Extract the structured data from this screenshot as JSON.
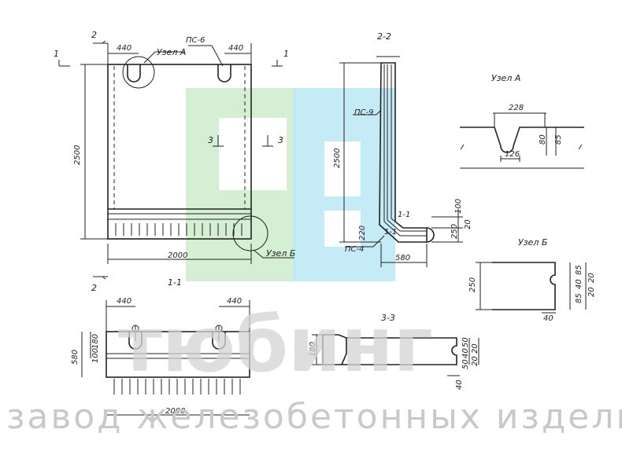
{
  "watermark": {
    "brand": "тюбинг",
    "tagline": "завод железобетонных изделий",
    "colors": {
      "green": "#cdeccd",
      "cyan": "#bfe9f5",
      "gray": "#d4d4d4"
    }
  },
  "main_view": {
    "section_mark": "2",
    "cut_mark": "1",
    "cut_mark_3": "3",
    "dim_left_top": "440",
    "dim_right_top": "440",
    "callout_ps6": "ПС-6",
    "node_a": "Узел А",
    "node_b": "Узел Б",
    "height": "2500",
    "width": "2000"
  },
  "section_2_2": {
    "title": "2-2",
    "callout_ps9": "ПС-9",
    "callout_ps4": "ПС-4",
    "height": "2500",
    "dim_580": "580",
    "dim_100": "100",
    "dim_250": "250",
    "dim_20": "20",
    "dim_220": "220",
    "cut_1_1a": "1-1",
    "cut_1_1b": "1-1"
  },
  "node_a_detail": {
    "title": "Узел А",
    "dim_228": "228",
    "dim_126": "126",
    "dim_80": "80",
    "dim_85": "85"
  },
  "node_b_detail": {
    "title": "Узел Б",
    "dim_250": "250",
    "dim_85a": "85",
    "dim_40": "40",
    "dim_85b": "85",
    "dim_20a": "20",
    "dim_20b": "20",
    "dim_40_bottom": "40"
  },
  "section_1_1": {
    "title": "1-1",
    "dim_left": "440",
    "dim_right": "440",
    "height": "580",
    "dim_180": "180",
    "dim_100": "100",
    "width": "2000"
  },
  "section_3_3": {
    "title": "3-3",
    "height": "180",
    "dim_50a": "50",
    "dim_50b": "50",
    "dim_40a": "40",
    "dim_20a": "20",
    "dim_20b": "20",
    "dim_40_bottom": "40"
  }
}
